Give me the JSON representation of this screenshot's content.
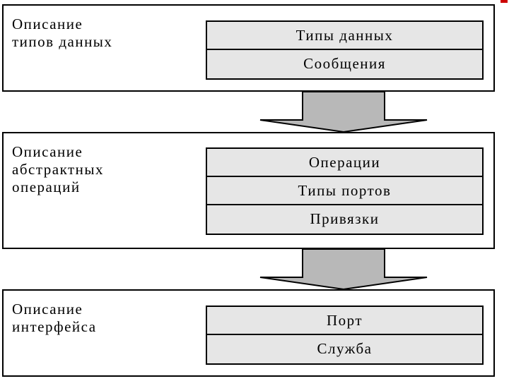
{
  "sections": [
    {
      "label": "Описание\nтипов данных",
      "items": [
        "Типы данных",
        "Сообщения"
      ]
    },
    {
      "label": "Описание\nабстрактных\nопераций",
      "items": [
        "Операции",
        "Типы портов",
        "Привязки"
      ]
    },
    {
      "label": "Описание\nинтерфейса",
      "items": [
        "Порт",
        "Служба"
      ]
    }
  ],
  "colors": {
    "cell_fill": "#e6e6e6",
    "arrow_fill": "#b8b8b8",
    "border": "#000000"
  }
}
